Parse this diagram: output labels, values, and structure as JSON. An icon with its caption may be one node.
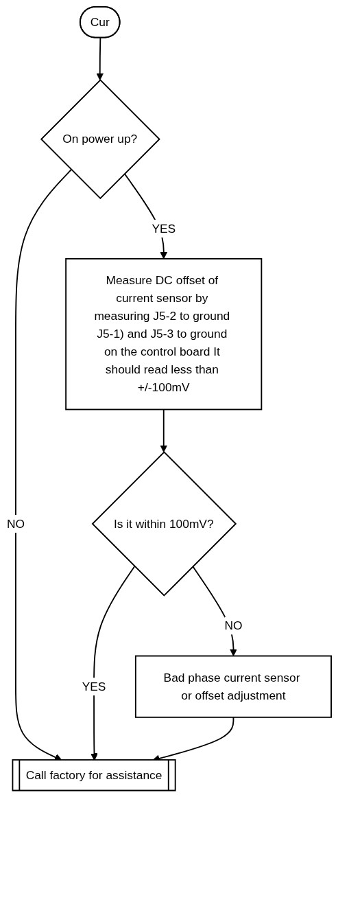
{
  "diagram": {
    "nodes": [
      {
        "text": [
          "Cur"
        ]
      },
      {
        "text": [
          "On power up?"
        ]
      },
      {
        "text": [
          "Measure DC offset of current sensor by measuring J5-2 to ground J5-1) and J5-3 to ground on the control board It should read less than +/-100mV"
        ]
      },
      {
        "text": [
          "Is it within 100mV?"
        ]
      },
      {
        "text": [
          "Bad phase current sensor or offset adjustment"
        ]
      },
      {
        "text": [
          "Call factory for assistance"
        ]
      }
    ],
    "edges": [
      {
        "from": 0,
        "to": 1,
        "arrow": "to"
      },
      {
        "from": 1,
        "to": 2,
        "arrow": "to",
        "label": "YES"
      },
      {
        "from": 1,
        "to": 5,
        "arrow": "to",
        "label": "NO"
      },
      {
        "from": 2,
        "to": 3,
        "arrow": "to"
      },
      {
        "from": 3,
        "to": 5,
        "arrow": "to",
        "label": "YES"
      },
      {
        "from": 3,
        "to": 4,
        "arrow": "to",
        "label": "NO"
      },
      {
        "from": 4,
        "to": 5,
        "arrow": "to"
      }
    ]
  }
}
